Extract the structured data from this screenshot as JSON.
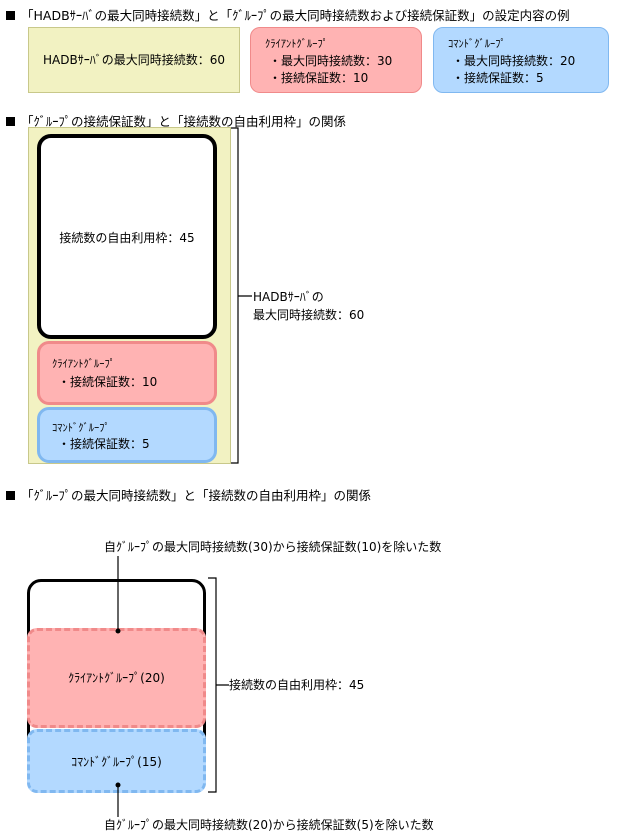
{
  "section1": {
    "heading": "「HADBｻｰﾊﾞの最大同時接続数」と「ｸﾞﾙｰﾌﾟの最大同時接続数および接続保証数」の設定内容の例",
    "server_box": "HADBｻｰﾊﾞの最大同時接続数：60",
    "client_group": {
      "title": "ｸﾗｲｱﾝﾄｸﾞﾙｰﾌﾟ",
      "line1": "・最大同時接続数：30",
      "line2": "・接続保証数：10"
    },
    "command_group": {
      "title": "ｺﾏﾝﾄﾞｸﾞﾙｰﾌﾟ",
      "line1": "・最大同時接続数：20",
      "line2": "・接続保証数：5"
    }
  },
  "section2": {
    "heading": "「ｸﾞﾙｰﾌﾟの接続保証数」と「接続数の自由利用枠」の関係",
    "free_frame": "接続数の自由利用枠：45",
    "client_group": {
      "title": "ｸﾗｲｱﾝﾄｸﾞﾙｰﾌﾟ",
      "line1": "・接続保証数：10"
    },
    "command_group": {
      "title": "ｺﾏﾝﾄﾞｸﾞﾙｰﾌﾟ",
      "line1": "・接続保証数：5"
    },
    "bracket_label_1": "HADBｻｰﾊﾞの",
    "bracket_label_2": "最大同時接続数：60"
  },
  "section3": {
    "heading": "「ｸﾞﾙｰﾌﾟの最大同時接続数」と「接続数の自由利用枠」の関係",
    "top_note": "自ｸﾞﾙｰﾌﾟの最大同時接続数(30)から接続保証数(10)を除いた数",
    "client_label": "ｸﾗｲｱﾝﾄｸﾞﾙｰﾌﾟ(20)",
    "command_label": "ｺﾏﾝﾄﾞｸﾞﾙｰﾌﾟ(15)",
    "bracket_label": "接続数の自由利用枠：45",
    "bottom_note": "自ｸﾞﾙｰﾌﾟの最大同時接続数(20)から接続保証数(5)を除いた数"
  },
  "colors": {
    "server_fill": "#f2f2c2",
    "client_fill": "#ffb3b3",
    "client_border": "#f08a8a",
    "command_fill": "#b3d9ff",
    "command_border": "#80b8f0"
  }
}
